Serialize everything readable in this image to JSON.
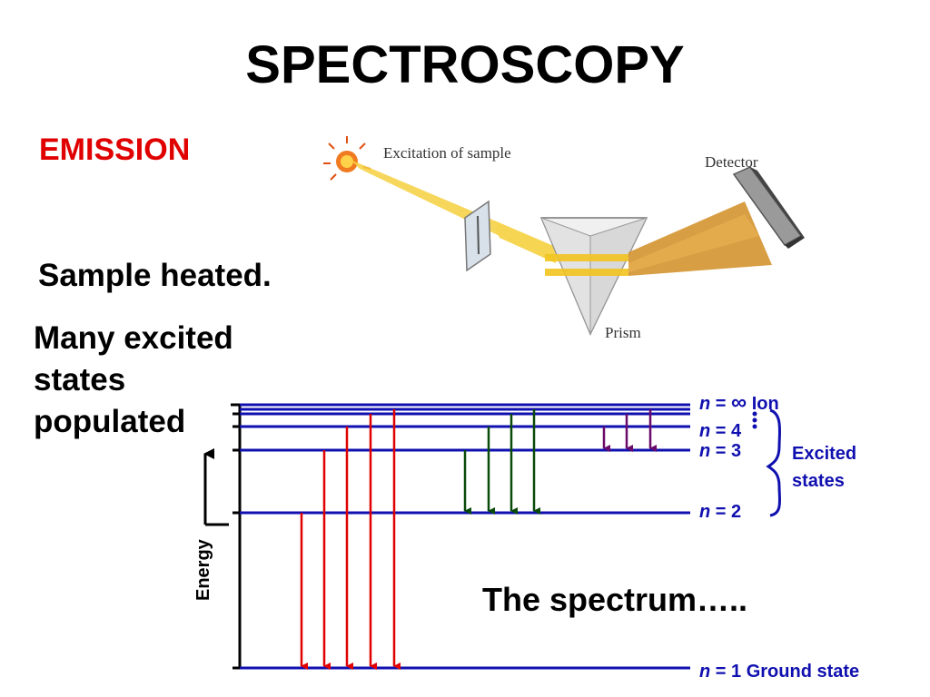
{
  "title": "SPECTROSCOPY",
  "emission_label": "EMISSION",
  "sample_heated": "Sample heated.",
  "many_excited": [
    "Many excited",
    "states",
    "populated"
  ],
  "spectrum_text": "The spectrum…..",
  "apparatus": {
    "excitation_label": "Excitation of sample",
    "detector_label": "Detector",
    "prism_label": "Prism"
  },
  "energy_diagram": {
    "axis_label": "Energy",
    "levels": [
      {
        "n": "∞",
        "label_prefix": "n",
        "label_suffix": " = ",
        "extra": "Ion"
      },
      {
        "n": "4",
        "label_prefix": "n",
        "label_suffix": " = "
      },
      {
        "n": "3",
        "label_prefix": "n",
        "label_suffix": " = "
      },
      {
        "n": "2",
        "label_prefix": "n",
        "label_suffix": " = "
      },
      {
        "n": "1",
        "label_prefix": "n",
        "label_suffix": " = ",
        "extra": "Ground state"
      }
    ],
    "excited_states_label": [
      "Excited",
      "states"
    ],
    "colors": {
      "levels": "#1010b0",
      "lyman_arrows": "#e00000",
      "balmer_arrows": "#0a4a0a",
      "paschen_arrows": "#6a0a6a",
      "beam": "#f0c020",
      "labels": "#1010b0"
    }
  }
}
